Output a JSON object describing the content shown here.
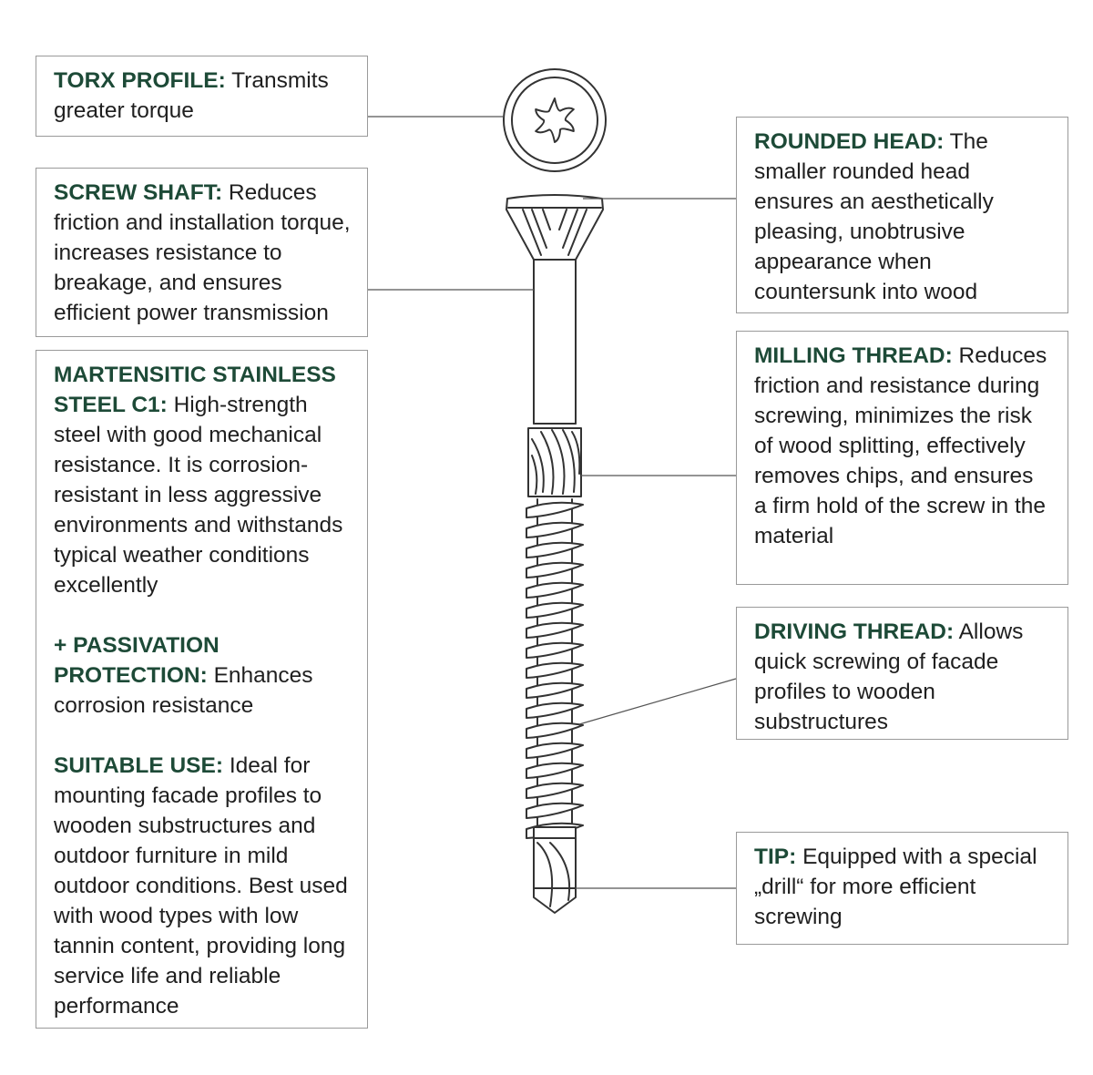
{
  "colors": {
    "heading": "#1d4a37",
    "text": "#1f1f1f",
    "border": "#9a9a9a",
    "line": "#555555"
  },
  "callouts": {
    "torx": {
      "title": "TORX PROFILE:",
      "text": " Transmits greater torque"
    },
    "shaft": {
      "title": "SCREW SHAFT:",
      "text": " Reduces friction and installation torque, increases resistance to breakage, and ensures efficient power transmission"
    },
    "material": {
      "steel_title": "MARTENSITIC STAINLESS STEEL C1:",
      "steel_text": " High-strength steel with good mechanical resistance. It is corrosion-resistant in less aggressive environments and withstands typical weather conditions excellently",
      "passivation_title": "+ PASSIVATION PROTECTION:",
      "passivation_text": " Enhances corrosion resistance",
      "use_title": "SUITABLE USE:",
      "use_text": " Ideal for mounting facade profiles to wooden substructures and outdoor furniture in mild outdoor conditions. Best used with wood types with low tannin content, providing long service life and reliable performance"
    },
    "head": {
      "title": "ROUNDED HEAD:",
      "text": " The smaller rounded head ensures an aesthetically pleasing, unobtrusive appearance when countersunk into wood"
    },
    "milling": {
      "title": "MILLING THREAD:",
      "text": " Reduces friction and resistance during screwing, minimizes the risk of wood splitting, effectively removes chips, and ensures a firm hold of the screw in the material"
    },
    "driving": {
      "title": "DRIVING THREAD:",
      "text": " Allows quick screwing of facade profiles to wooden substructures"
    },
    "tip": {
      "title": "TIP:",
      "text": " Equipped with a special „drill“ for more efficient screwing"
    }
  }
}
